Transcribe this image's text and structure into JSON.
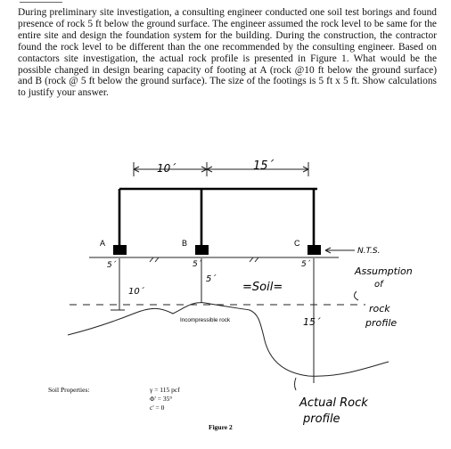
{
  "problem": {
    "text": "During preliminary site investigation, a consulting engineer conducted one soil test borings and found presence of rock 5 ft below the ground surface. The engineer assumed the rock level to be same for the entire site and design the foundation system for the building. During the construction, the contractor found the rock level to be different than the one recommended by the consulting engineer. Based on contactors site investigation, the actual rock profile is presented in Figure 1. What would be the possible changed in design bearing capacity of footing at A (rock @10 ft below the ground surface) and B (rock @ 5 ft below the ground surface). The size of the footings is 5 ft x 5 ft. Show calculations to justify your answer."
  },
  "figure": {
    "col_a": "A",
    "col_b": "B",
    "col_c": "C",
    "span_ab": "10´",
    "span_bc": "15´",
    "nts": "N.T.S.",
    "footing_a": "5´",
    "footing_b": "5´",
    "footing_c": "5´",
    "depth_a": "10´",
    "depth_b": "5´",
    "depth_c": "15´",
    "soil_label": "=Soil=",
    "assumption_line1": "Assumption",
    "assumption_line2": "of",
    "assumption_line3": "rock",
    "assumption_line4": "profile",
    "incompressible": "Incompressible rock",
    "actual_line1": "Actual Rock",
    "actual_line2": "profile",
    "caption": "Figure 2"
  },
  "soil": {
    "heading": "Soil Properties:",
    "gamma": "γ  = 115 pcf",
    "phi": "Φ' = 35°",
    "c": "c'  = 0"
  }
}
